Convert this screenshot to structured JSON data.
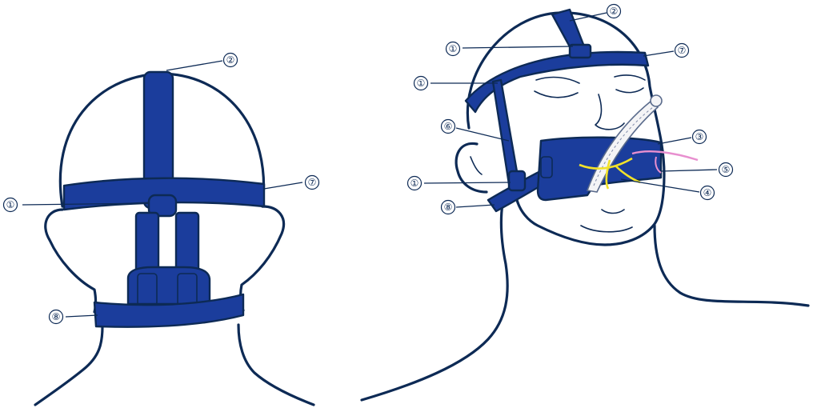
{
  "colors": {
    "strap": "#1b3d9c",
    "outline": "#0d2a55",
    "tie_yellow": "#f2e22a",
    "tie_pink": "#e88fcf"
  },
  "callouts": {
    "back_view": [
      "②",
      "①",
      "⑦",
      "⑧"
    ],
    "side_view": [
      "②",
      "①",
      "⑦",
      "①",
      "⑥",
      "③",
      "⑤",
      "①",
      "④",
      "⑧"
    ]
  }
}
